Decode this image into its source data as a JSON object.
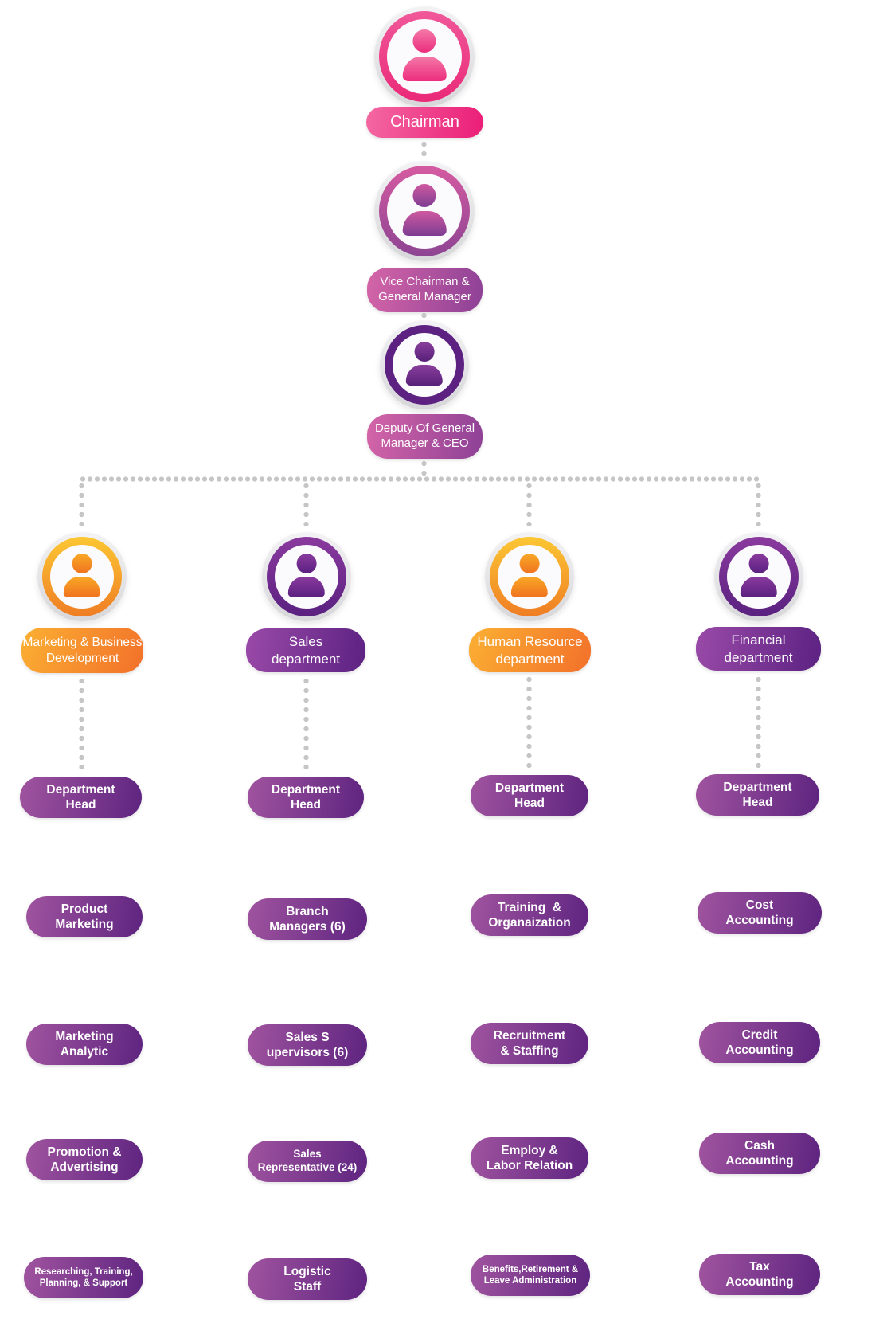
{
  "palette": {
    "chairman_pink": "#ec2d7d",
    "vice_rose": "#b14f9b",
    "deputy_purple": "#5c2181",
    "branch_orange": "#f2792b",
    "branch_orange_light": "#fbb033",
    "branch_purple": "#6d2b8b",
    "pill_purple_left": "#a0549f",
    "pill_purple_right": "#5e2480",
    "connector_gray": "#c6c6c6",
    "text_white": "#ffffff"
  },
  "chain": [
    {
      "id": "chairman",
      "label": "Chairman"
    },
    {
      "id": "vice-chairman",
      "label": "Vice Chairman &\nGeneral Manager"
    },
    {
      "id": "deputy-ceo",
      "label": "Deputy Of General\nManager & CEO"
    }
  ],
  "columns": [
    {
      "department": "Marketing & Business\nDevelopment",
      "theme": "orange",
      "head": "Department\nHead",
      "items": [
        "Product\nMarketing",
        "Marketing\nAnalytic",
        "Promotion &\nAdvertising",
        "Researching, Training,\nPlanning, & Support"
      ]
    },
    {
      "department": "Sales\ndepartment",
      "theme": "purple",
      "head": "Department\nHead",
      "items": [
        "Branch\nManagers (6)",
        "Sales S\nupervisors (6)",
        "Sales\nRepresentative (24)",
        "Logistic\nStaff"
      ]
    },
    {
      "department": "Human Resource\ndepartment",
      "theme": "orange",
      "head": "Department\nHead",
      "items": [
        "Training  &\nOrganaization",
        "Recruitment\n& Staffing",
        "Employ &\nLabor Relation",
        "Benefits,Retirement &\nLeave Administration"
      ]
    },
    {
      "department": "Financial\ndepartment",
      "theme": "purple",
      "head": "Department\nHead",
      "items": [
        "Cost\nAccounting",
        "Credit\nAccounting",
        "Cash\nAccounting",
        "Tax\nAccounting"
      ]
    }
  ]
}
